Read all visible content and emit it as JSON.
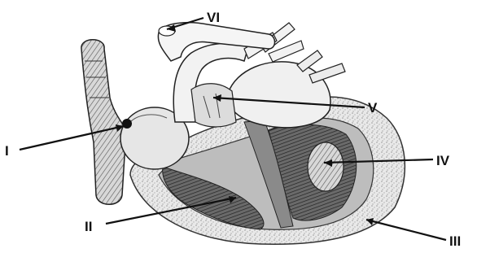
{
  "diagram": {
    "labels": [
      {
        "id": "I",
        "text": "I"
      },
      {
        "id": "II",
        "text": "II"
      },
      {
        "id": "III",
        "text": "III"
      },
      {
        "id": "IV",
        "text": "IV"
      },
      {
        "id": "V",
        "text": "V"
      },
      {
        "id": "VI",
        "text": "VI"
      }
    ]
  }
}
